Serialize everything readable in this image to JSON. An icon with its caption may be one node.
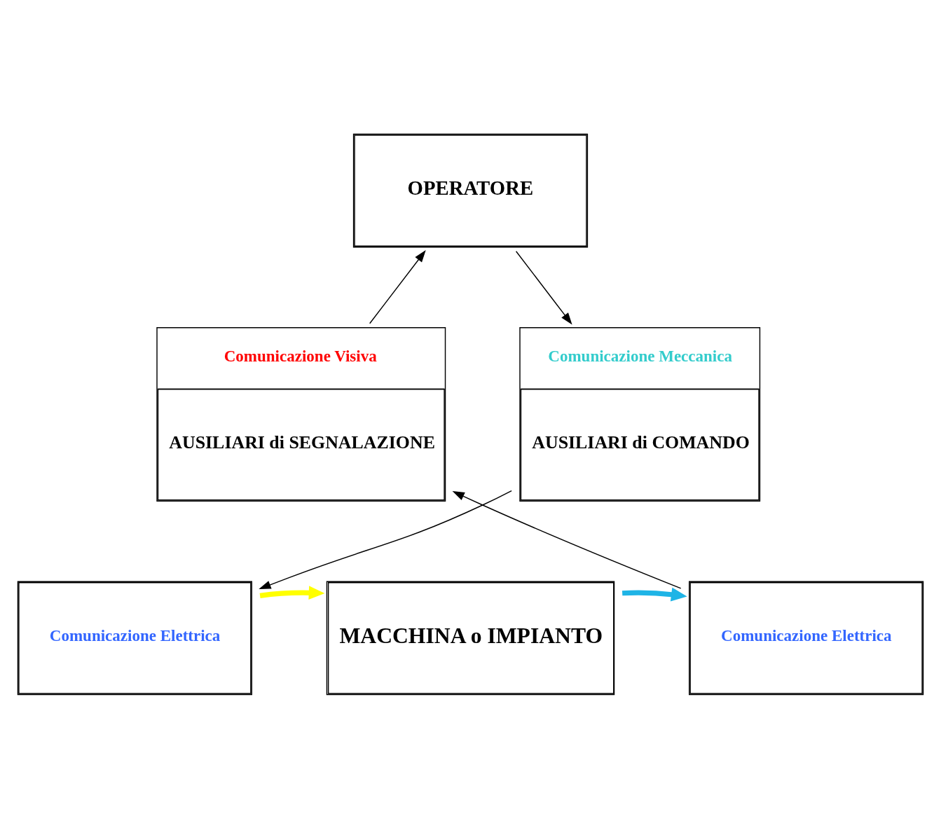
{
  "diagram": {
    "nodes": [
      {
        "text": [
          "OPERATORE"
        ]
      },
      {
        "text": [
          "Comunicazione Visiva",
          "AUSILIARI di SEGNALAZIONE"
        ]
      },
      {
        "text": [
          "Comunicazione Meccanica",
          "AUSILIARI di COMANDO"
        ]
      },
      {
        "text": [
          "Comunicazione Elettrica"
        ]
      },
      {
        "text": [
          "MACCHINA o IMPIANTO"
        ]
      },
      {
        "text": [
          "Comunicazione Elettrica"
        ]
      }
    ],
    "edges": [
      {
        "from": 1,
        "to": 0,
        "arrow": "to"
      },
      {
        "from": 0,
        "to": 2,
        "arrow": "to"
      },
      {
        "from": 2,
        "to": 5,
        "arrow": "to"
      },
      {
        "from": 3,
        "to": 1,
        "arrow": "to"
      },
      {
        "from": 4,
        "to": 3,
        "arrow": "to",
        "style": "thick",
        "color": "#1fb4e6"
      },
      {
        "from": 5,
        "to": 4,
        "arrow": "to",
        "style": "thick",
        "color": "#ffff00"
      }
    ]
  }
}
